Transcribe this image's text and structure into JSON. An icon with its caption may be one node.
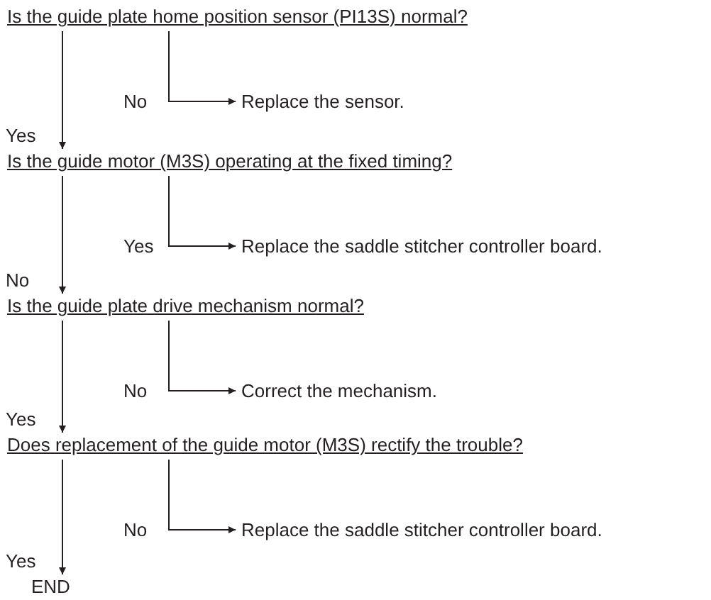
{
  "diagram": {
    "nodes": [
      {
        "text": [
          "Is the guide plate home position sensor (PI13S) normal?"
        ]
      },
      {
        "text": [
          "Replace the sensor."
        ]
      },
      {
        "text": [
          "Is the guide motor (M3S) operating at the fixed timing?"
        ]
      },
      {
        "text": [
          "Replace the saddle stitcher controller board."
        ]
      },
      {
        "text": [
          "Is the guide plate drive mechanism normal?"
        ]
      },
      {
        "text": [
          "Correct the mechanism."
        ]
      },
      {
        "text": [
          "Does replacement of the guide motor (M3S) rectify the trouble?"
        ]
      },
      {
        "text": [
          "Replace the saddle stitcher controller board."
        ]
      },
      {
        "text": [
          "END"
        ]
      }
    ],
    "edges": [
      {
        "from": 0,
        "to": 1,
        "arrow": "to",
        "label": "No"
      },
      {
        "from": 0,
        "to": 2,
        "arrow": "to",
        "label": "Yes"
      },
      {
        "from": 2,
        "to": 3,
        "arrow": "to",
        "label": "Yes"
      },
      {
        "from": 2,
        "to": 4,
        "arrow": "to",
        "label": "No"
      },
      {
        "from": 4,
        "to": 5,
        "arrow": "to",
        "label": "No"
      },
      {
        "from": 4,
        "to": 6,
        "arrow": "to",
        "label": "Yes"
      },
      {
        "from": 6,
        "to": 7,
        "arrow": "to",
        "label": "No"
      },
      {
        "from": 6,
        "to": 8,
        "arrow": "to",
        "label": "Yes"
      }
    ]
  }
}
